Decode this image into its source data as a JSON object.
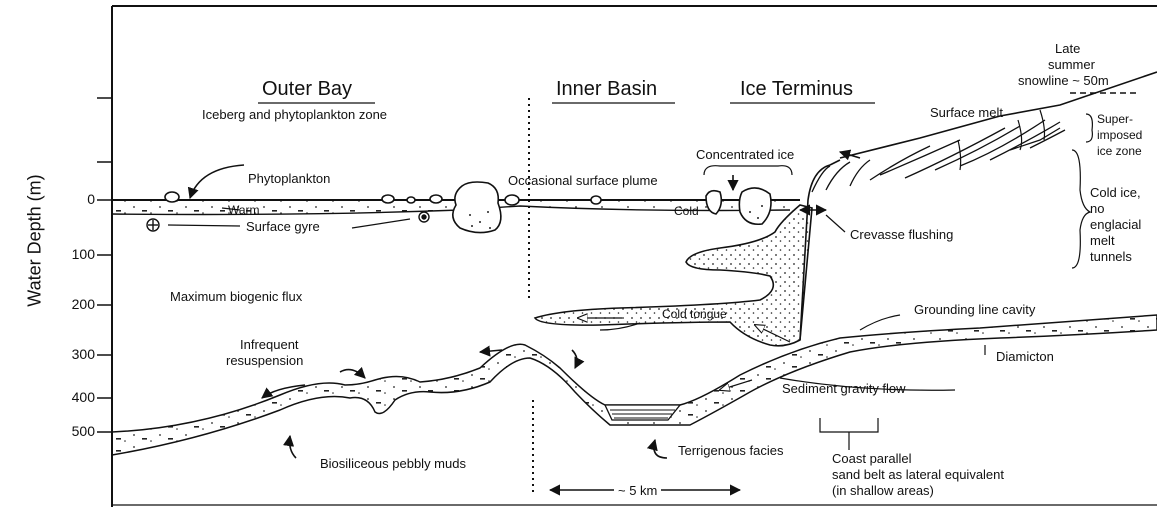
{
  "axis": {
    "y_label": "Water Depth (m)",
    "ticks": [
      "0",
      "100",
      "200",
      "300",
      "400",
      "500"
    ]
  },
  "zones": {
    "outer_bay": "Outer Bay",
    "outer_bay_sub": "Iceberg and phytoplankton zone",
    "inner_basin": "Inner Basin",
    "ice_terminus": "Ice Terminus"
  },
  "labels": {
    "phytoplankton": "Phytoplankton",
    "warm": "Warm",
    "surface_gyre": "Surface gyre",
    "max_biogenic": "Maximum biogenic flux",
    "surface_plume": "Occasional surface plume",
    "cold": "Cold",
    "concentrated_ice": "Concentrated ice",
    "crevasse_flushing": "Crevasse flushing",
    "cold_tongue": "Cold tongue",
    "grounding_line": "Grounding line cavity",
    "diamicton": "Diamicton",
    "sediment_gravity": "Sediment gravity flow",
    "infrequent_resusp_1": "Infrequent",
    "infrequent_resusp_2": "resuspension",
    "biosiliceous": "Biosiliceous pebbly muds",
    "terrigenous": "Terrigenous facies",
    "coast_parallel_1": "Coast parallel",
    "coast_parallel_2": "sand belt as lateral equivalent",
    "coast_parallel_3": "(in shallow areas)",
    "scale": "~ 5 km",
    "snowline_1": "Late",
    "snowline_2": "summer",
    "snowline_3": "snowline ~ 50m",
    "surface_melt": "Surface melt",
    "superimposed_1": "Super-",
    "superimposed_2": "imposed",
    "superimposed_3": "ice zone",
    "cold_ice_1": "Cold ice,",
    "cold_ice_2": "no",
    "cold_ice_3": "englacial",
    "cold_ice_4": "melt",
    "cold_ice_5": "tunnels"
  }
}
